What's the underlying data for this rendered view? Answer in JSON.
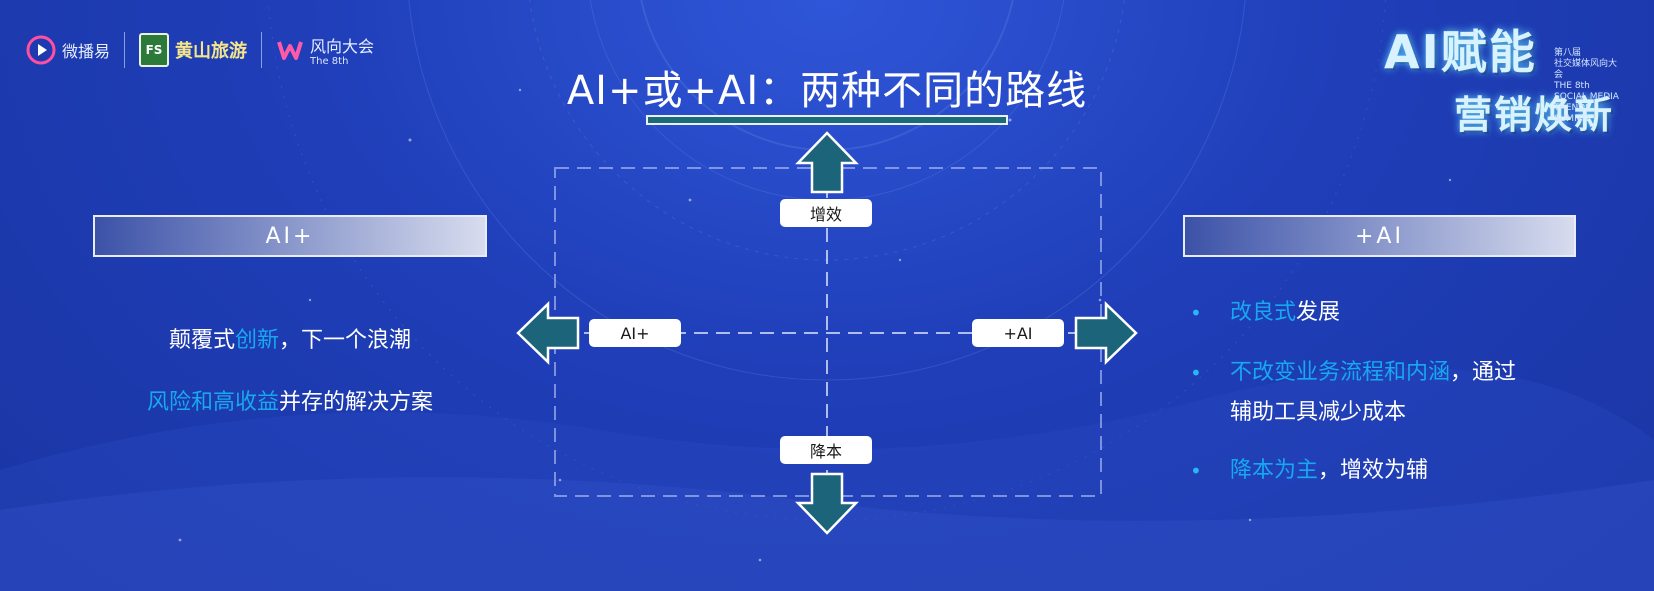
{
  "title": "AI+或+AI：两种不同的路线",
  "logos": {
    "weiboyi": "微播易",
    "huangshan_badge": "FS",
    "huangshan": "黄山旅游",
    "fengxiang": "风向大会",
    "fengxiang_sub": "The 8th"
  },
  "brand": {
    "line1": "AI赋能",
    "line2": "营销焕新",
    "side_line1": "第八届",
    "side_line2": "社交媒体风向大会",
    "side_line3": "THE 8th SOCIAL MEDIA",
    "side_line4": "TRENDS SUMMIT"
  },
  "diagram": {
    "top_label": "增效",
    "bottom_label": "降本",
    "left_label": "AI+",
    "right_label": "+AI"
  },
  "left_panel": {
    "header": "AI+",
    "line1_a": "颠覆式",
    "line1_b": "创新",
    "line1_c": "，下一个浪潮",
    "line2_a": "风险和高收益",
    "line2_b": "并存的解决方案"
  },
  "right_panel": {
    "header": "+AI",
    "b1_hl": "改良式",
    "b1_rest": "发展",
    "b2_hl": "不改变业务流程和内涵",
    "b2_rest": "，通过",
    "b2_cont": "辅助工具减少成本",
    "b3_hl": "降本为主",
    "b3_rest": "，增效为辅"
  },
  "colors": {
    "background": "#1f3eb8",
    "highlight": "#17a8f0",
    "arrow_fill": "#1b6479",
    "arrow_stroke": "#ffffff"
  }
}
